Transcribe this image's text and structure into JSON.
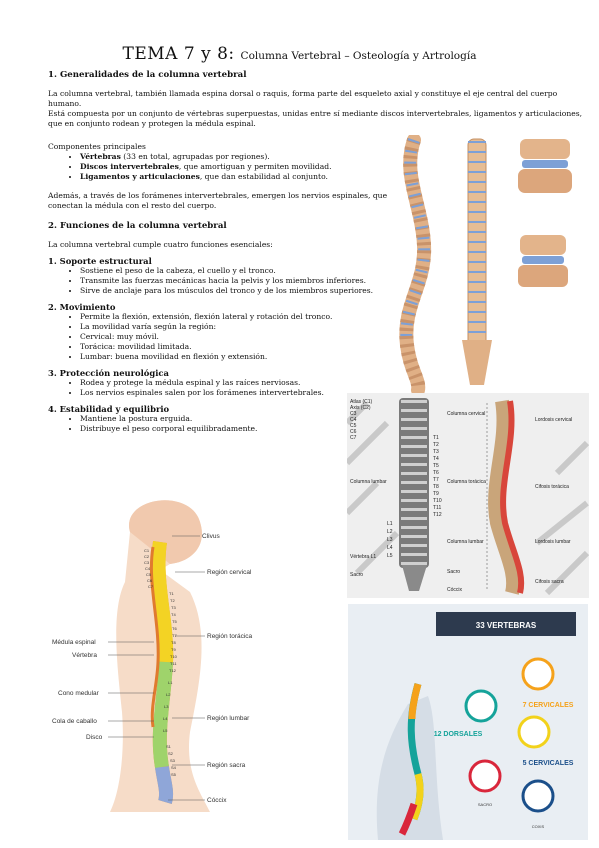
{
  "title": {
    "main": "TEMA 7 y 8:",
    "sub": "Columna Vertebral – Osteología y Artrología"
  },
  "s1": {
    "heading": "1. Generalidades de la columna vertebral",
    "p1": "La columna vertebral, también llamada espina dorsal o raquis, forma parte del esqueleto axial y constituye el eje central del cuerpo humano.",
    "p2": "Está compuesta por un conjunto de vértebras superpuestas, unidas entre sí mediante discos intervertebrales, ligamentos y articulaciones, que en conjunto rodean y protegen la médula espinal.",
    "components_label": "Componentes principales",
    "components": [
      {
        "bold": "Vértebras",
        "rest": " (33 en total, agrupadas por regiones)."
      },
      {
        "bold": "Discos intervertebrales",
        "rest": ", que amortiguan y permiten movilidad."
      },
      {
        "bold": "Ligamentos y articulaciones",
        "rest": ", que dan estabilidad al conjunto."
      }
    ],
    "p3": "Además, a través de los forámenes intervertebrales, emergen los nervios espinales, que conectan la médula con el resto del cuerpo."
  },
  "s2": {
    "heading": "2. Funciones de la columna vertebral",
    "intro": "La columna vertebral cumple cuatro funciones esenciales:",
    "f1": {
      "heading": "1. Soporte estructural",
      "items": [
        "Sostiene el peso de la cabeza, el cuello y el tronco.",
        "Transmite las fuerzas mecánicas hacia la pelvis y los miembros inferiores.",
        "Sirve de anclaje para los músculos del tronco y de los miembros superiores."
      ]
    },
    "f2": {
      "heading": "2. Movimiento",
      "items": [
        "Permite la flexión, extensión, flexión lateral y rotación del tronco.",
        "La movilidad varía según la región:",
        "Cervical: muy móvil.",
        "Torácica: movilidad limitada.",
        "Lumbar: buena movilidad en flexión y extensión."
      ]
    },
    "f3": {
      "heading": "3. Protección neurológica",
      "items": [
        "Rodea y protege la médula espinal y las raíces nerviosas.",
        "Los nervios espinales salen por los forámenes intervertebrales."
      ]
    },
    "f4": {
      "heading": "4. Estabilidad y equilibrio",
      "items": [
        "Mantiene la postura erguida.",
        "Distribuye el peso corporal equilibradamente."
      ]
    }
  },
  "fig_regions": {
    "labels_right": [
      "Clivus",
      "Región cervical",
      "Región torácica",
      "Región lumbar",
      "Región sacra",
      "Cóccix"
    ],
    "labels_left": [
      "Médula espinal",
      "Vértebra",
      "Cono medular",
      "Cola de caballo",
      "Disco"
    ],
    "vertebra_labels": [
      "C1",
      "C2",
      "C3",
      "C4",
      "C5",
      "C6",
      "C7",
      "T1",
      "T2",
      "T3",
      "T4",
      "T5",
      "T6",
      "T7",
      "T8",
      "T9",
      "T10",
      "T11",
      "T12",
      "L1",
      "L2",
      "L3",
      "L4",
      "L5",
      "S1",
      "S2",
      "S3",
      "S4",
      "S5"
    ]
  },
  "fig_curves": {
    "left_labels": [
      "Atlas (C1)",
      "Axis (C2)",
      "C3",
      "C4",
      "C5",
      "C6",
      "C7",
      "Columna lumbar",
      "Vértebra L1",
      "Sacro"
    ],
    "mid_labels": [
      "Columna cervical",
      "Columna torácica",
      "Columna lumbar",
      "Sacro",
      "Cóccix"
    ],
    "right_labels": [
      "Lordosis cervical",
      "Cifosis torácica",
      "Lordosis lumbar",
      "Cifosis sacra"
    ],
    "t_labels": [
      "T1",
      "T2",
      "T3",
      "T4",
      "T5",
      "T6",
      "T7",
      "T8",
      "T9",
      "T10",
      "T11",
      "T12"
    ],
    "l_labels": [
      "L1",
      "L2",
      "L3",
      "L4",
      "L5"
    ]
  },
  "fig_33": {
    "banner": "33 VERTEBRAS",
    "labels": [
      "7 CERVICALES",
      "12 DORSALES",
      "5 CERVICALES",
      "SACRO",
      "COXIS"
    ],
    "colors": {
      "banner": "#2d3a4e",
      "cervical": "#f5a21b",
      "dorsal": "#15a39a",
      "lumbar": "#f2d21b",
      "sacro": "#d9263b",
      "coxis": "#1b4f8a"
    }
  }
}
